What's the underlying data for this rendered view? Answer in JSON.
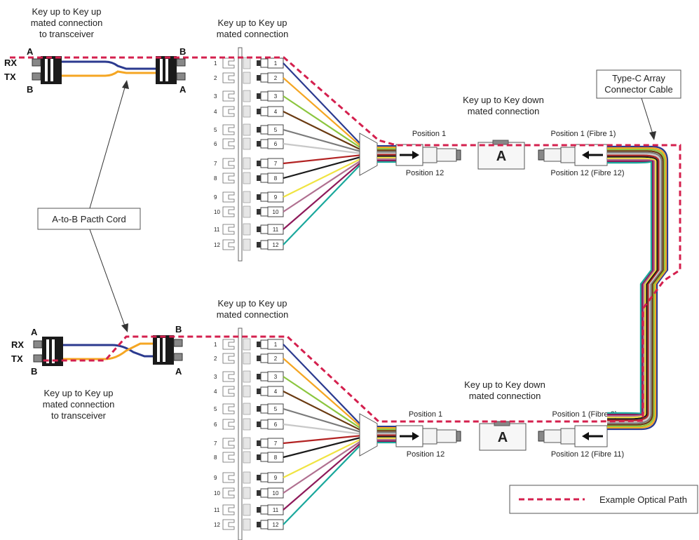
{
  "labels": {
    "top_left": [
      "Key up to Key up",
      "mated connection",
      "to transceiver"
    ],
    "top_panel": [
      "Key up to Key up",
      "mated connection"
    ],
    "top_keydown": [
      "Key up to Key down",
      "mated connection"
    ],
    "type_c": [
      "Type-C Array",
      "Connector Cable"
    ],
    "patch_cord": "A-to-B Pacth Cord",
    "bottom_panel": [
      "Key up to Key up",
      "mated connection"
    ],
    "bottom_keydown": [
      "Key up to Key down",
      "mated connection"
    ],
    "bottom_left": [
      "Key up to Key up",
      "mated connection",
      "to transceiver"
    ],
    "top_pos1": "Position 1",
    "top_pos12": "Position 12",
    "top_fibre1": "Position 1 (Fibre 1)",
    "top_fibre12": "Position 12 (Fibre 12)",
    "bottom_pos1": "Position 1",
    "bottom_pos12": "Position 12",
    "bottom_fibre2": "Position 1 (Fibre 2)",
    "bottom_fibre11": "Position 12 (Fibre 11)",
    "rx": "RX",
    "tx": "TX",
    "a": "A",
    "b": "B",
    "adapter": "A",
    "legend": "Example Optical Path"
  },
  "ports": [
    "1",
    "2",
    "3",
    "4",
    "5",
    "6",
    "7",
    "8",
    "9",
    "10",
    "11",
    "12"
  ],
  "colors": {
    "path": "#d4204e",
    "fibres": [
      "#2b3a8f",
      "#f5a623",
      "#8cc63f",
      "#6b3b12",
      "#7a7a7a",
      "#c8c8c8",
      "#b22222",
      "#1a1a1a",
      "#f0e442",
      "#b07090",
      "#8e1a5a",
      "#1aa89c"
    ],
    "cord_blue": "#2b3a8f",
    "cord_orange": "#f5a623"
  }
}
